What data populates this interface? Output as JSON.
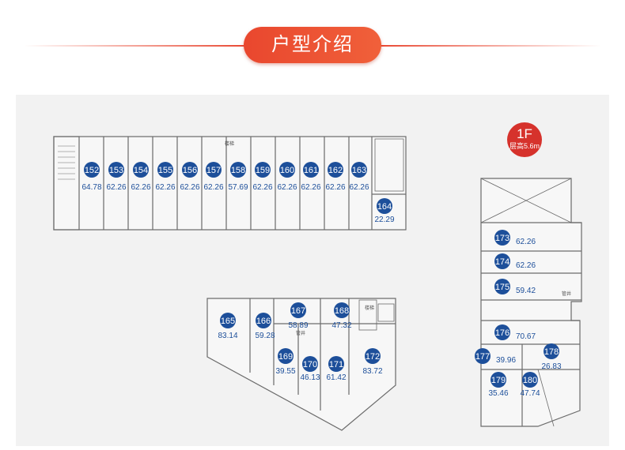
{
  "header": {
    "title": "户型介绍"
  },
  "floor": {
    "label": "1F",
    "height": "层高5.6m"
  },
  "annotations": {
    "stair": "楼梯",
    "pipe": "管井"
  },
  "units": [
    {
      "id": "152",
      "area": "64.78"
    },
    {
      "id": "153",
      "area": "62.26"
    },
    {
      "id": "154",
      "area": "62.26"
    },
    {
      "id": "155",
      "area": "62.26"
    },
    {
      "id": "156",
      "area": "62.26"
    },
    {
      "id": "157",
      "area": "62.26"
    },
    {
      "id": "158",
      "area": "57.69"
    },
    {
      "id": "159",
      "area": "62.26"
    },
    {
      "id": "160",
      "area": "62.26"
    },
    {
      "id": "161",
      "area": "62.26"
    },
    {
      "id": "162",
      "area": "62.26"
    },
    {
      "id": "163",
      "area": "62.26"
    },
    {
      "id": "164",
      "area": "22.29"
    },
    {
      "id": "165",
      "area": "83.14"
    },
    {
      "id": "166",
      "area": "59.28"
    },
    {
      "id": "167",
      "area": "58.89"
    },
    {
      "id": "168",
      "area": "47.32"
    },
    {
      "id": "169",
      "area": "39.55"
    },
    {
      "id": "170",
      "area": "46.13"
    },
    {
      "id": "171",
      "area": "61.42"
    },
    {
      "id": "172",
      "area": "83.72"
    },
    {
      "id": "173",
      "area": "62.26"
    },
    {
      "id": "174",
      "area": "62.26"
    },
    {
      "id": "175",
      "area": "59.42"
    },
    {
      "id": "176",
      "area": "70.67"
    },
    {
      "id": "177",
      "area": "39.96"
    },
    {
      "id": "178",
      "area": "26.83"
    },
    {
      "id": "179",
      "area": "35.46"
    },
    {
      "id": "180",
      "area": "47.74"
    }
  ],
  "colors": {
    "accent": "#e8452f",
    "unit_badge": "#1d4f9a",
    "area_text": "#1d4f9a",
    "floor_badge": "#d6322c"
  }
}
